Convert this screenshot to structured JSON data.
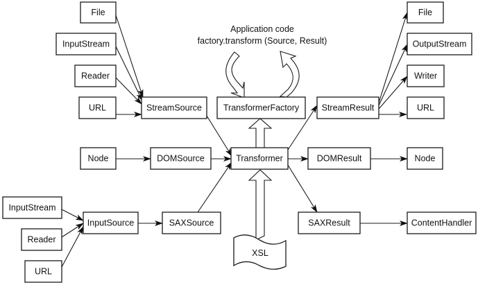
{
  "caption": {
    "line1": "Application code",
    "line2": "factory.transform (Source, Result)"
  },
  "nodes": {
    "file_in": "File",
    "inputstream_in": "InputStream",
    "reader_in": "Reader",
    "url_in": "URL",
    "streamsource": "StreamSource",
    "transformerfactory": "TransformerFactory",
    "streamresult": "StreamResult",
    "file_out": "File",
    "outputstream_out": "OutputStream",
    "writer_out": "Writer",
    "url_out": "URL",
    "node_in": "Node",
    "domsource": "DOMSource",
    "transformer": "Transformer",
    "domresult": "DOMResult",
    "node_out": "Node",
    "inputstream_sax": "InputStream",
    "reader_sax": "Reader",
    "url_sax": "URL",
    "inputsource": "InputSource",
    "saxsource": "SAXSource",
    "saxresult": "SAXResult",
    "contenthandler": "ContentHandler",
    "xsl": "XSL"
  },
  "edges": [
    {
      "from": "file_in",
      "to": "streamsource"
    },
    {
      "from": "inputstream_in",
      "to": "streamsource"
    },
    {
      "from": "reader_in",
      "to": "streamsource"
    },
    {
      "from": "url_in",
      "to": "streamsource"
    },
    {
      "from": "streamsource",
      "to": "transformer"
    },
    {
      "from": "node_in",
      "to": "domsource"
    },
    {
      "from": "domsource",
      "to": "transformer"
    },
    {
      "from": "inputstream_sax",
      "to": "inputsource"
    },
    {
      "from": "reader_sax",
      "to": "inputsource"
    },
    {
      "from": "url_sax",
      "to": "inputsource"
    },
    {
      "from": "inputsource",
      "to": "saxsource"
    },
    {
      "from": "saxsource",
      "to": "transformer"
    },
    {
      "from": "transformer",
      "to": "streamresult"
    },
    {
      "from": "transformer",
      "to": "domresult"
    },
    {
      "from": "transformer",
      "to": "saxresult"
    },
    {
      "from": "streamresult",
      "to": "file_out"
    },
    {
      "from": "streamresult",
      "to": "outputstream_out"
    },
    {
      "from": "streamresult",
      "to": "writer_out"
    },
    {
      "from": "streamresult",
      "to": "url_out"
    },
    {
      "from": "domresult",
      "to": "node_out"
    },
    {
      "from": "saxresult",
      "to": "contenthandler"
    },
    {
      "from": "transformer",
      "to": "transformerfactory",
      "style": "hollow"
    },
    {
      "from": "xsl",
      "to": "transformer",
      "style": "hollow"
    }
  ]
}
